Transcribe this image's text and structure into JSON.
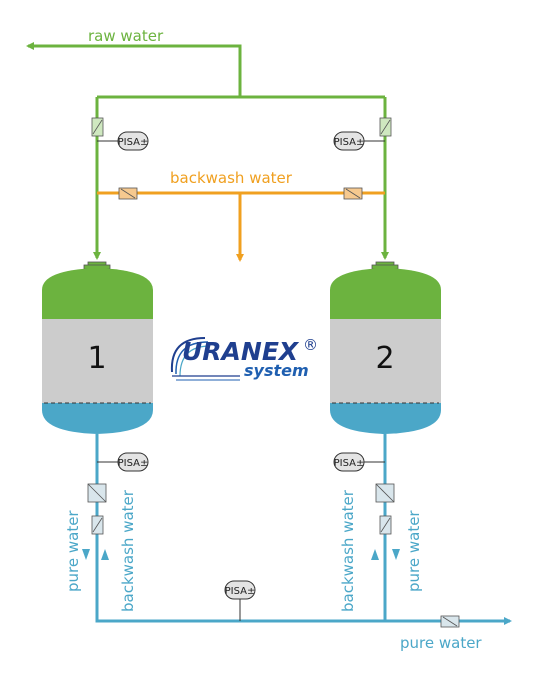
{
  "labels": {
    "raw_water": "raw water",
    "backwash_water": "backwash water",
    "pure_water": "pure water"
  },
  "vessels": [
    "1",
    "2"
  ],
  "instrument_label": "PISA±",
  "logo": {
    "brand": "URANEX",
    "sub": "system",
    "mark": "®"
  },
  "colors": {
    "raw": "#6cb33f",
    "backwash": "#f0a020",
    "pure": "#4ba7c8",
    "vessel_gray": "#cccccc"
  }
}
